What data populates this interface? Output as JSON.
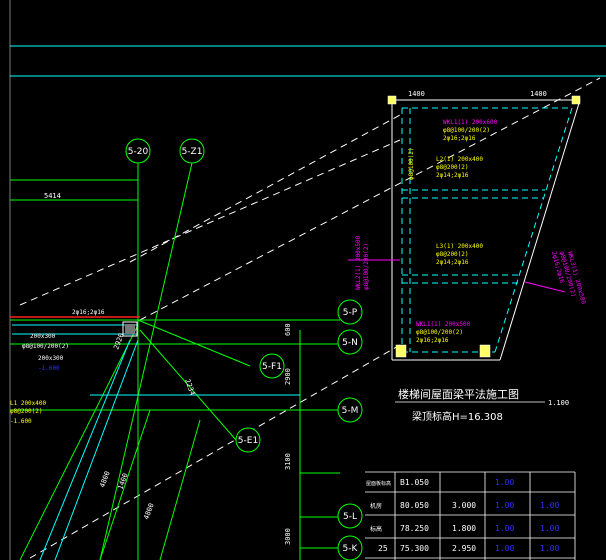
{
  "drawing": {
    "title_cn": "楼梯间屋面梁平法施工图",
    "elevation_label": "梁顶标高H=16.308",
    "axis_tags": [
      "5-20",
      "5-Z1",
      "5-P",
      "5-N",
      "5-F1",
      "5-M",
      "5-E1",
      "5-L",
      "5-K"
    ],
    "scale_mark": "1.100",
    "dim_left": "5414",
    "beam_notes": {
      "b1_l1": "WKL1(1) 200x600",
      "b1_l2": "φ8@100/200(2)",
      "b1_l3": "2φ16;2φ16",
      "b2_l1": "L2(1) 200x400",
      "b2_l2": "φ8@200(2)",
      "b2_l3": "2φ14;2φ16",
      "b3_l1": "L3(1) 200x400",
      "b3_l2": "φ8@200(2)",
      "b3_l3": "2φ14;2φ16",
      "b4_l1": "WKL1(1) 200x500",
      "b4_l2": "φ8@100/200(2)",
      "b4_l3": "2φ16;2φ16",
      "bL_l1": "WKL2(1) 200x500",
      "bL_l2": "φ8@100/200(2)",
      "bR_l1": "WKL3(1) 200x500",
      "bR_l2": "φ8@100/200(2)",
      "bR_l3": "2φ16;2φ16",
      "vert_l1": "φ8@100(2)",
      "left_l1": "200x300",
      "left_l2": "φ8@100/200(2)",
      "left_l3": "200x300",
      "left_l4": "-1.600",
      "low_l1": "L1 200x400",
      "low_l2": "φ8@200(2)",
      "low_l3": "-1.600",
      "top_left": "1400",
      "top_right": "1400",
      "red_tag": "2φ16;2φ16"
    },
    "dims_vertical": [
      "600",
      "2900",
      "3100",
      "3000"
    ],
    "dims_diag": [
      "2234",
      "2920",
      "1400",
      "4800",
      "4800"
    ]
  },
  "table": {
    "rows": [
      {
        "c1": "屋面板标高",
        "c2": "B1.050",
        "c3": "",
        "c4": "1.00",
        "c5": ""
      },
      {
        "c1": "机房",
        "c2": "80.050",
        "c3": "3.000",
        "c4": "1.00",
        "c5": "1.00"
      },
      {
        "c1": "标高",
        "c2": "78.250",
        "c3": "1.800",
        "c4": "1.00",
        "c5": "1.00"
      },
      {
        "c1": "25",
        "c2": "75.300",
        "c3": "2.950",
        "c4": "1.00",
        "c5": "1.00"
      }
    ]
  },
  "colors": {
    "background": "#000000",
    "axis": "#00ff00",
    "dashed_beam": "#00ffff",
    "white": "#ffffff",
    "magenta": "#ff00ff",
    "yellow": "#ffff00",
    "red": "#ff2020",
    "blue": "#3030ff"
  }
}
